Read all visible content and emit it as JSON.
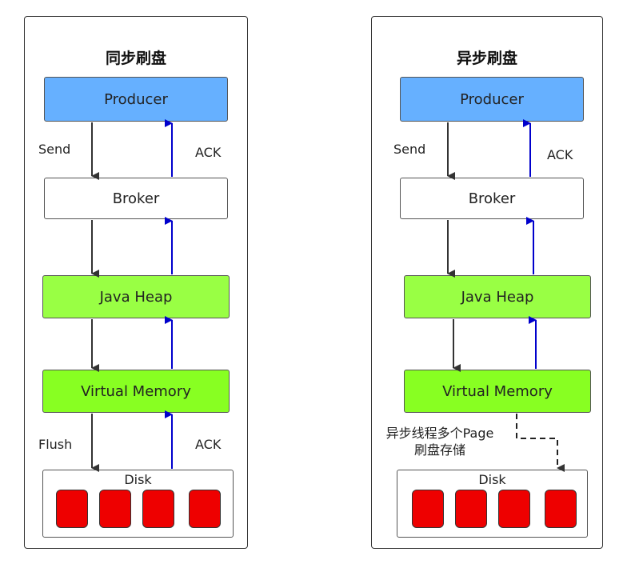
{
  "left": {
    "title": "同步刷盘",
    "producer": "Producer",
    "broker": "Broker",
    "heap": "Java Heap",
    "vm": "Virtual Memory",
    "disk": "Disk",
    "send_label": "Send",
    "ack_label": "ACK",
    "flush_label": "Flush",
    "ack2_label": "ACK"
  },
  "right": {
    "title": "异步刷盘",
    "producer": "Producer",
    "broker": "Broker",
    "heap": "Java Heap",
    "vm": "Virtual Memory",
    "disk": "Disk",
    "send_label": "Send",
    "ack_label": "ACK",
    "note_line1": "异步线程多个Page",
    "note_line2": "刷盘存储"
  },
  "colors": {
    "producer": "#66b0ff",
    "heap": "#99ff44",
    "vm": "#88ff22",
    "disk_cell": "#ee0000",
    "down_arrow": "#333333",
    "up_arrow": "#0000cc"
  }
}
